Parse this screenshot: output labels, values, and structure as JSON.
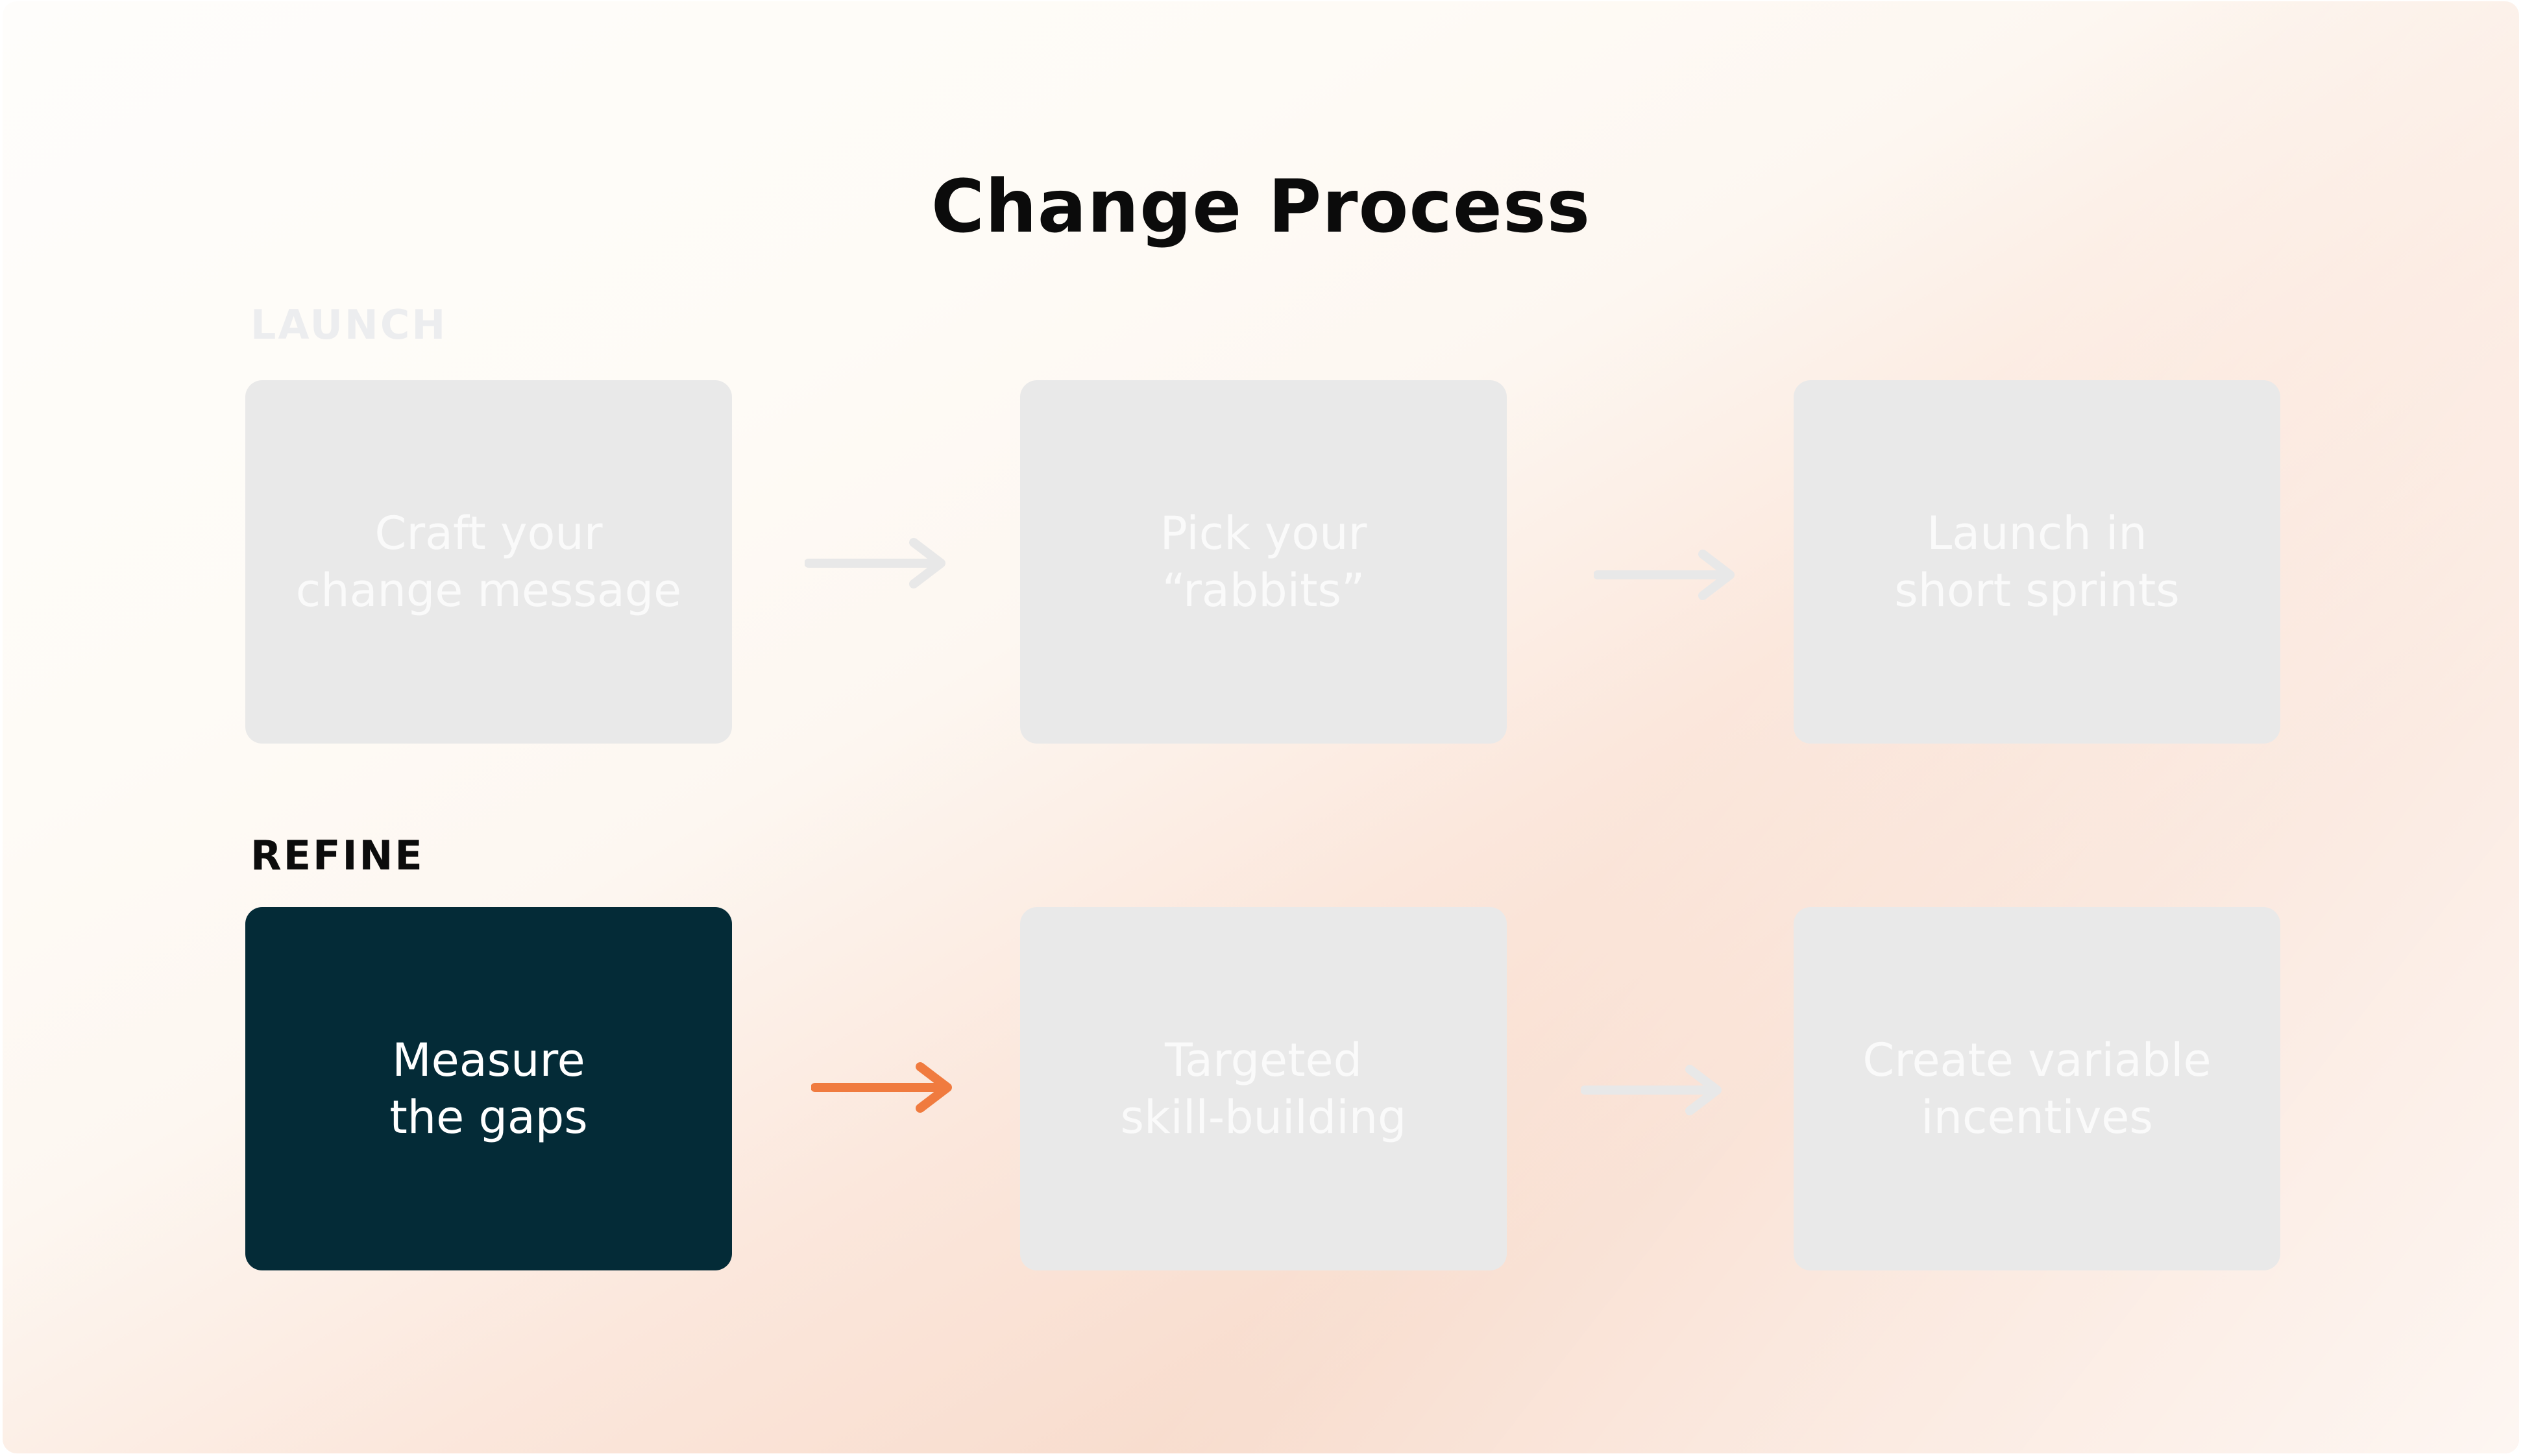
{
  "title": "Change Process",
  "sections": {
    "launch": {
      "label": "LAUNCH",
      "steps": [
        {
          "label": "Craft your\nchange message"
        },
        {
          "label": "Pick your\n“rabbits”"
        },
        {
          "label": "Launch in\nshort sprints"
        }
      ]
    },
    "refine": {
      "label": "REFINE",
      "steps": [
        {
          "label": "Measure\nthe gaps"
        },
        {
          "label": "Targeted\nskill-building"
        },
        {
          "label": "Create variable\nincentives"
        }
      ]
    }
  },
  "colors": {
    "active_card": "#042b37",
    "inactive_card": "#e9e9e9",
    "active_arrow": "#f07b3f",
    "inactive_arrow": "#e8e8e8",
    "gradient_warm": "#f8dccc"
  },
  "icons": {
    "arrow": "arrow-right-icon"
  }
}
